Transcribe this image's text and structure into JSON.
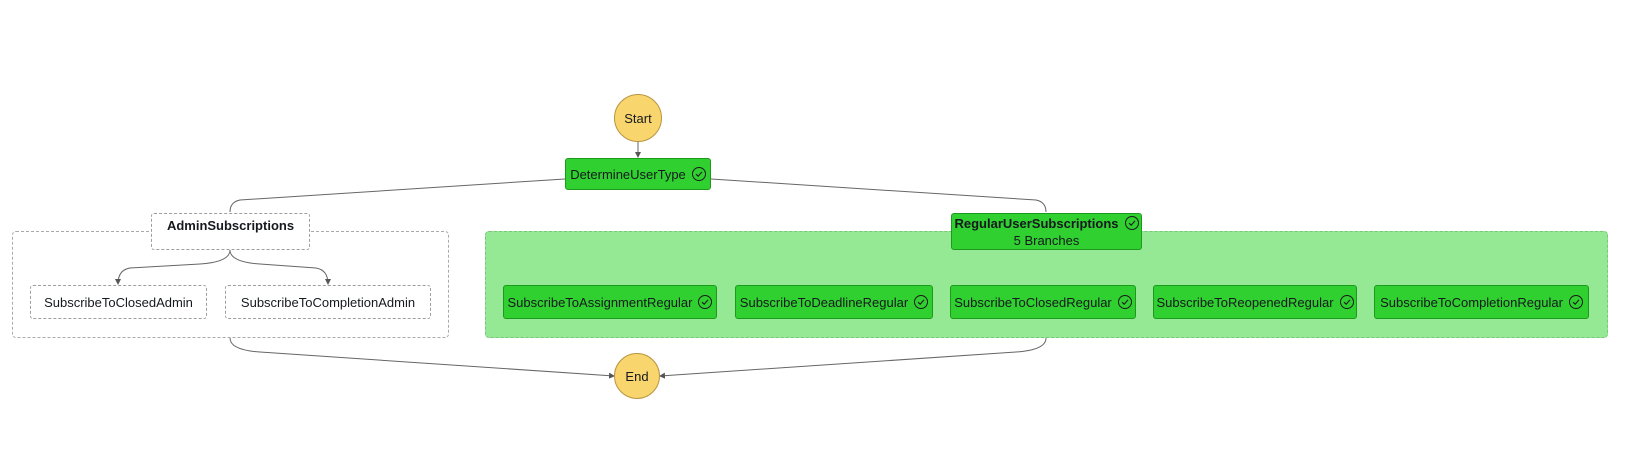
{
  "start_label": "Start",
  "end_label": "End",
  "determine_user_type": "DetermineUserType",
  "admin": {
    "title": "AdminSubscriptions",
    "branches": [
      "SubscribeToClosedAdmin",
      "SubscribeToCompletionAdmin"
    ]
  },
  "regular": {
    "title": "RegularUserSubscriptions",
    "subtitle": "5 Branches",
    "branches": [
      "SubscribeToAssignmentRegular",
      "SubscribeToDeadlineRegular",
      "SubscribeToClosedRegular",
      "SubscribeToReopenedRegular",
      "SubscribeToCompletionRegular"
    ]
  },
  "colors": {
    "success_state": "#2fd02f",
    "parallel_success_bg": "#95e995",
    "terminal": "#f9d56e",
    "edge": "#555555"
  },
  "icons": {
    "status": "check-circle-icon"
  }
}
